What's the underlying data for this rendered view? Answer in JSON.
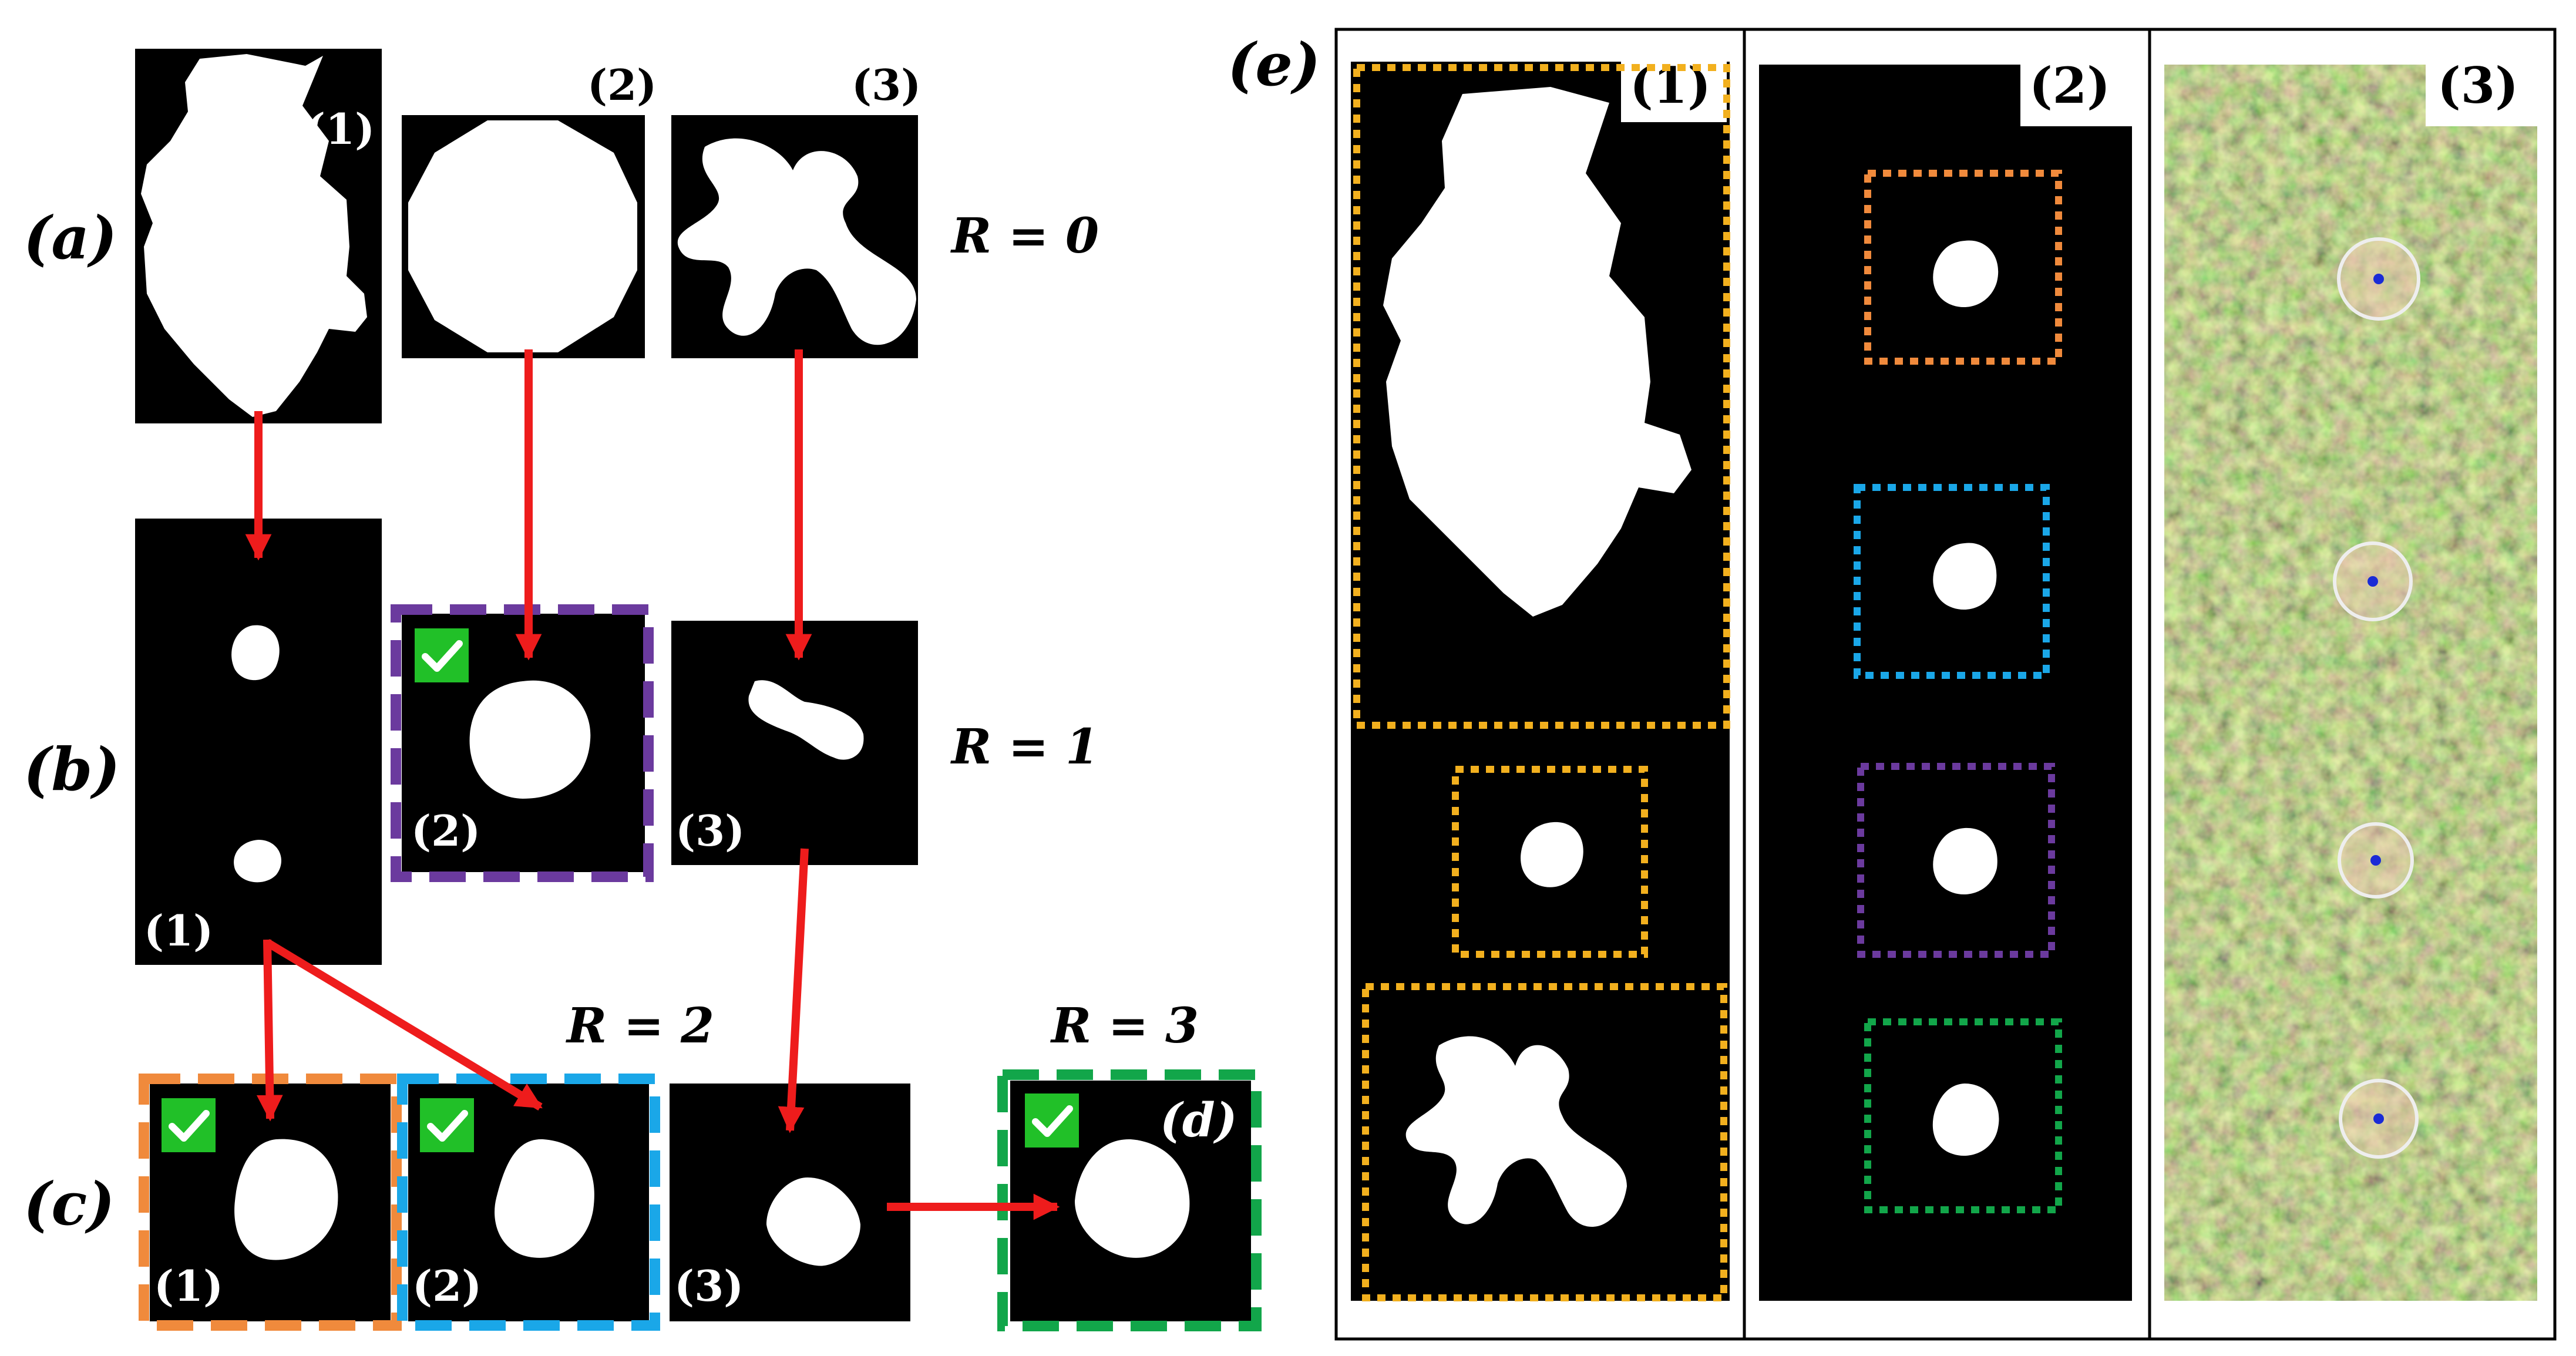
{
  "row_labels": {
    "a": "(a)",
    "b": "(b)",
    "c": "(c)",
    "d": "(d)",
    "e": "(e)"
  },
  "r_labels": {
    "r0": "R = 0",
    "r1": "R = 1",
    "r2": "R = 2",
    "r3": "R = 3"
  },
  "panel_numbers": {
    "one": "(1)",
    "two": "(2)",
    "three": "(3)"
  },
  "colors": {
    "arrow": "#ee1c1c",
    "check_bg": "#21c028",
    "purple": "#6b3a9e",
    "orange": "#f08a3c",
    "blue": "#1aa7e8",
    "green": "#12a64a",
    "yellow": "#f2b01e",
    "noise_base": "#b9b34e",
    "noise_dark": "#2f7f6a",
    "noise_red": "#c8463a"
  },
  "icons": {
    "check": "check-icon"
  }
}
